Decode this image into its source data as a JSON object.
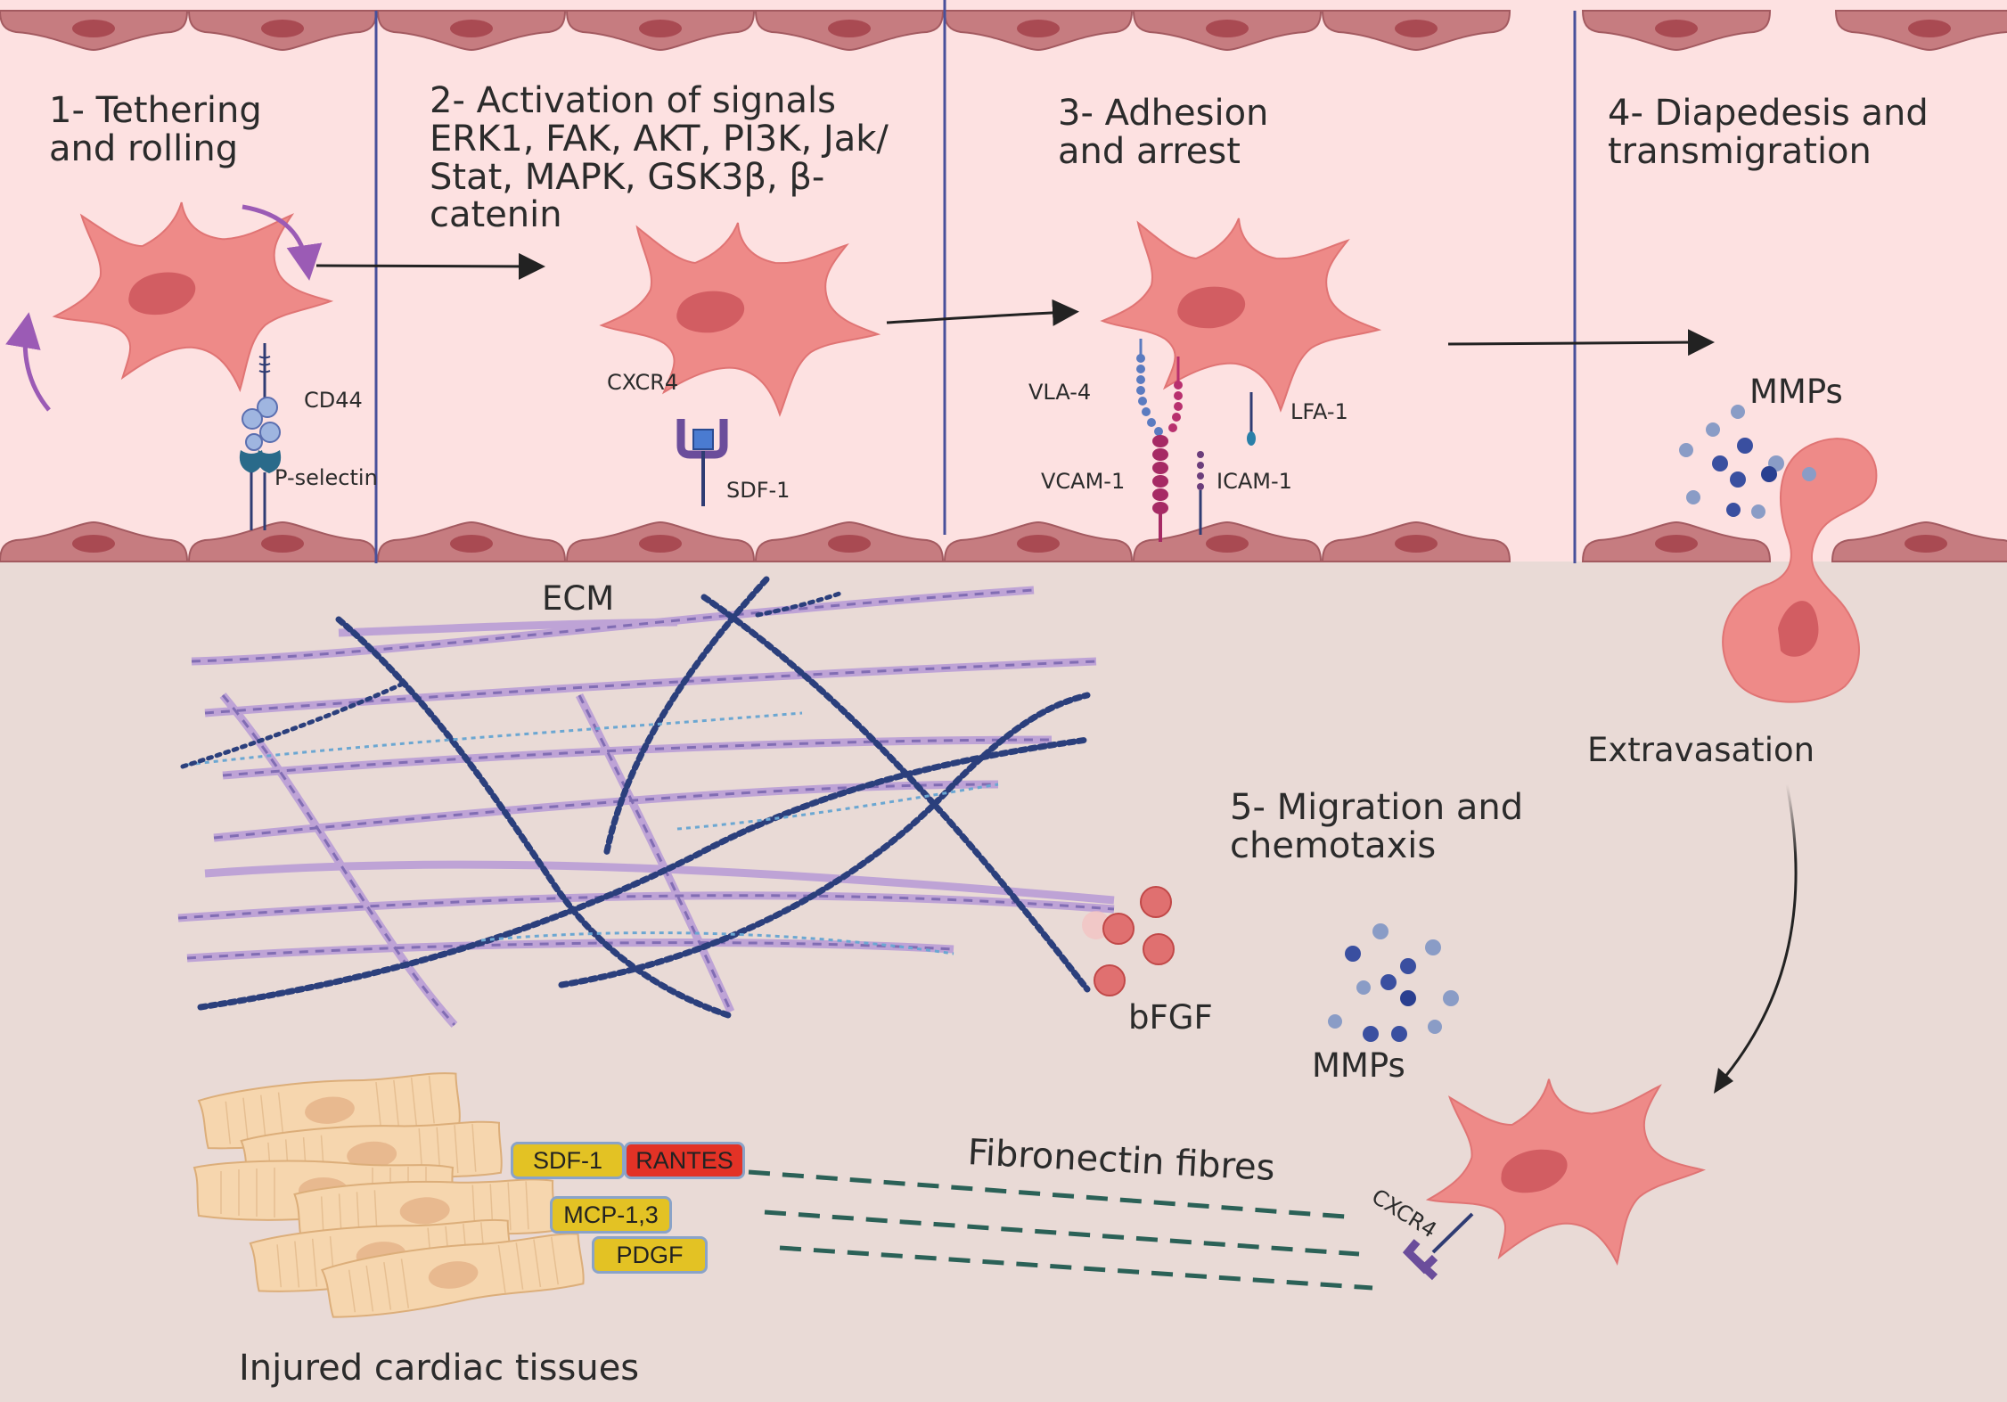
{
  "steps": {
    "step1": "1- Tethering\nand rolling",
    "step2": "2- Activation of signals\nERK1, FAK, AKT, PI3K, Jak/\nStat, MAPK, GSK3β, β-\ncatenin",
    "step3": "3- Adhesion\nand arrest",
    "step4": "4- Diapedesis and\ntransmigration",
    "step5": "5- Migration and\nchemotaxis"
  },
  "molecules": {
    "cd44": "CD44",
    "p_selectin": "P-selectin",
    "cxcr4_top": "CXCR4",
    "sdf1": "SDF-1",
    "vla4": "VLA-4",
    "lfa1": "LFA-1",
    "vcam1": "VCAM-1",
    "icam1": "ICAM-1",
    "mmps_top": "MMPs",
    "mmps_bottom": "MMPs",
    "cxcr4_bottom": "CXCR4",
    "bfgf": "bFGF"
  },
  "regions": {
    "ecm": "ECM",
    "extravasation": "Extravasation",
    "fibronectin": "Fibronectin fibres",
    "injured": "Injured cardiac tissues"
  },
  "chemokines": {
    "sdf1": "SDF-1",
    "rantes": "RANTES",
    "mcp": "MCP-1,3",
    "pdgf": "PDGF"
  },
  "colors": {
    "vessel": "#fde1e1",
    "tissue": "#e9dad6",
    "endothelium": "#c67c80",
    "stem_cell": "#ee8a88",
    "divider": "#48509a",
    "chemokine_yellow": "#e3c224",
    "chemokine_red": "#e33226"
  }
}
